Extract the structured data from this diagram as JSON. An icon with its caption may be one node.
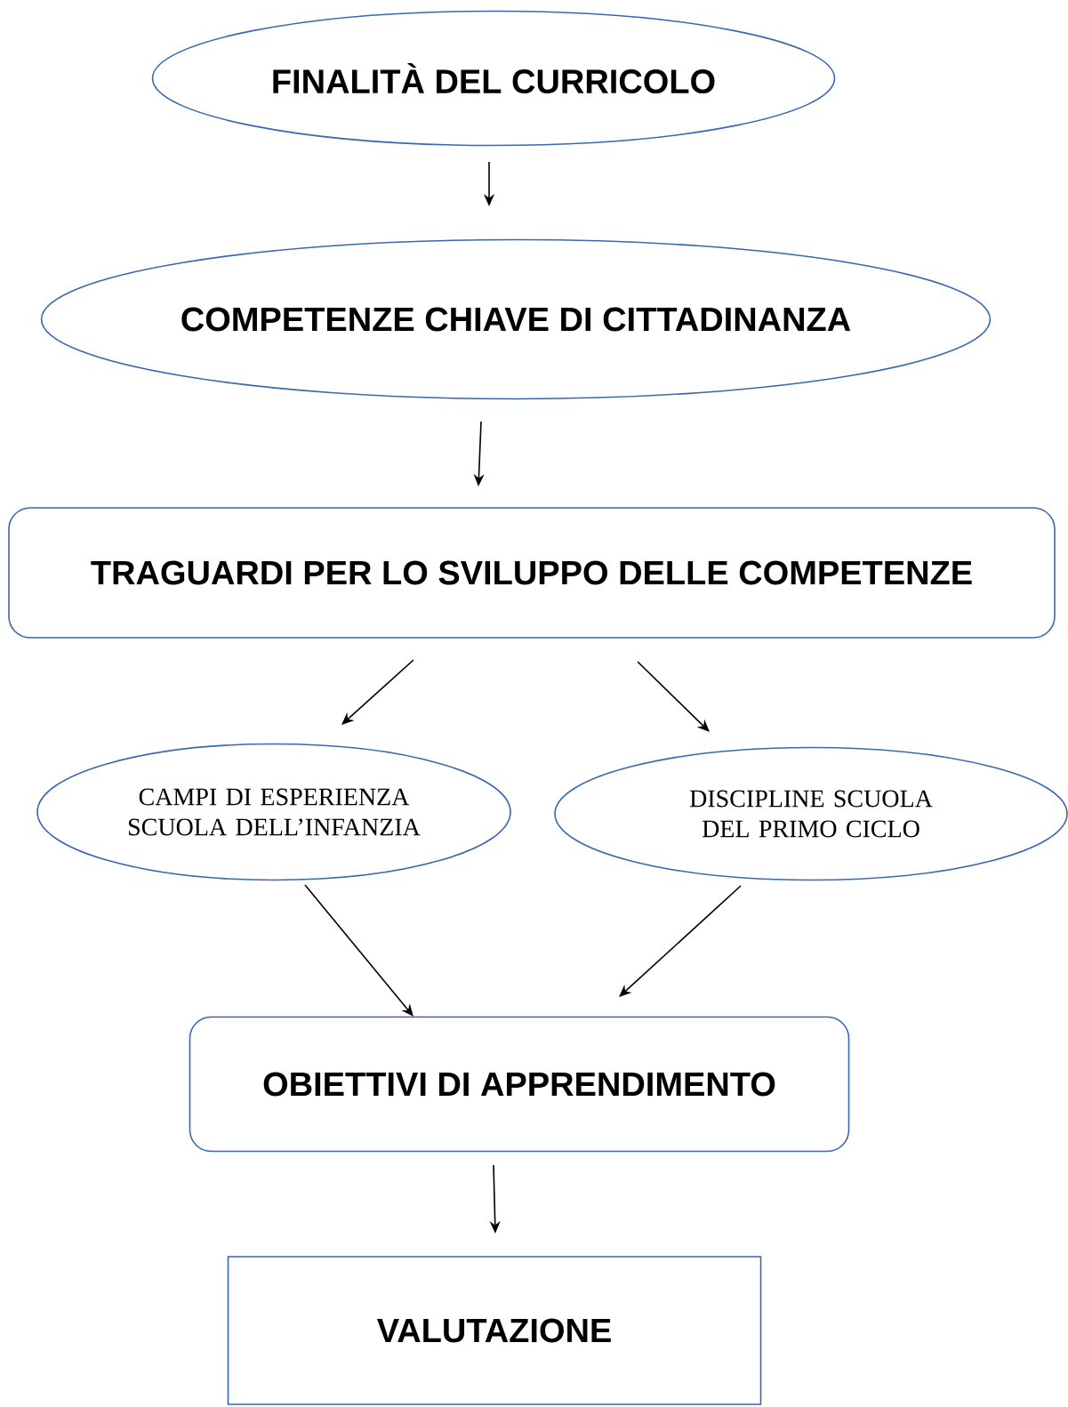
{
  "diagram": {
    "nodes": [
      {
        "text": [
          "FINALITÀ DEL CURRICOLO"
        ]
      },
      {
        "text": [
          "COMPETENZE CHIAVE DI CITTADINANZA"
        ]
      },
      {
        "text": [
          "TRAGUARDI PER LO SVILUPPO DELLE COMPETENZE"
        ]
      },
      {
        "text": [
          "CAMPI DI ESPERIENZA SCUOLA DELL’INFANZIA"
        ]
      },
      {
        "text": [
          "DISCIPLINE SCUOLA DEL PRIMO CICLO"
        ]
      },
      {
        "text": [
          "OBIETTIVI DI APPRENDIMENTO"
        ]
      },
      {
        "text": [
          "VALUTAZIONE"
        ]
      }
    ],
    "edges": [
      {
        "from": 0,
        "to": 1,
        "arrow": "to"
      },
      {
        "from": 1,
        "to": 2,
        "arrow": "to"
      },
      {
        "from": 2,
        "to": 3,
        "arrow": "to"
      },
      {
        "from": 2,
        "to": 4,
        "arrow": "to"
      },
      {
        "from": 3,
        "to": 5,
        "arrow": "to"
      },
      {
        "from": 4,
        "to": 5,
        "arrow": "to"
      },
      {
        "from": 5,
        "to": 6,
        "arrow": "to"
      }
    ]
  }
}
